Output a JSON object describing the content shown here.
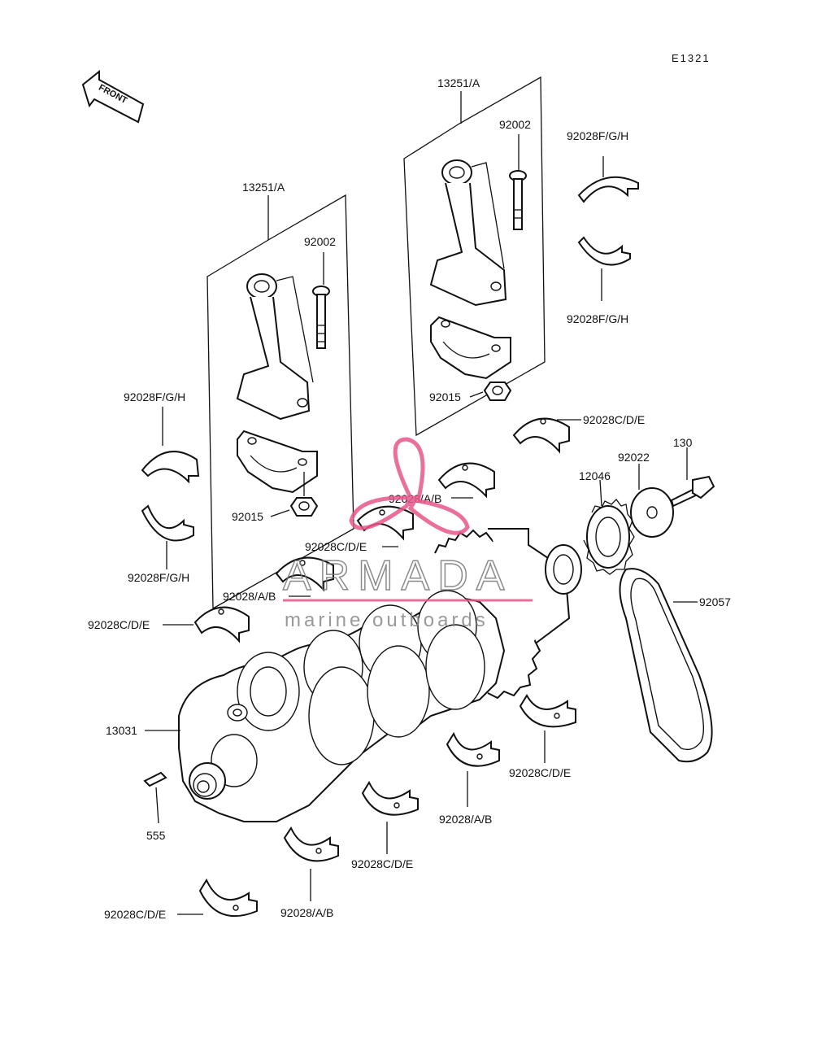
{
  "diagram": {
    "code": "E1321",
    "front_label": "FRONT",
    "watermark": {
      "brand": "ARMADA",
      "tagline": "marine outboards",
      "color": "#e8568a"
    },
    "callouts": {
      "rod_left": "13251/A",
      "rod_right": "13251/A",
      "bolt_left": "92002",
      "bolt_right": "92002",
      "nut_left": "92015",
      "nut_right": "92015",
      "bear_fgh_top_r": "92028F/G/H",
      "bear_fgh_bot_r": "92028F/G/H",
      "bear_fgh_top_l": "92028F/G/H",
      "bear_fgh_bot_l": "92028F/G/H",
      "bear_cde_1": "92028C/D/E",
      "bear_cde_2": "92028C/D/E",
      "bear_cde_3": "92028C/D/E",
      "bear_cde_4": "92028C/D/E",
      "bear_cde_5": "92028C/D/E",
      "bear_cde_6": "92028C/D/E",
      "bear_ab_1": "92028/A/B",
      "bear_ab_2": "92028/A/B",
      "bear_ab_3": "92028/A/B",
      "bear_ab_4": "92028/A/B",
      "washer": "92022",
      "bolt_130": "130",
      "sprocket": "12046",
      "chain": "92057",
      "crankshaft": "13031",
      "key": "555"
    }
  }
}
